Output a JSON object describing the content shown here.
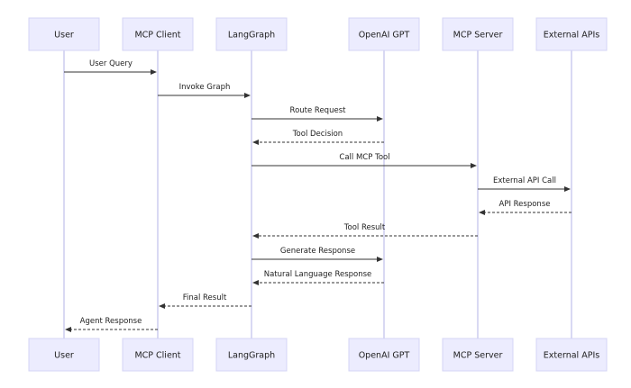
{
  "participants": [
    {
      "id": "user",
      "label": "User"
    },
    {
      "id": "mcp_client",
      "label": "MCP Client"
    },
    {
      "id": "langgraph",
      "label": "LangGraph"
    },
    {
      "id": "openai_gpt",
      "label": "OpenAI GPT"
    },
    {
      "id": "mcp_server",
      "label": "MCP Server"
    },
    {
      "id": "external_apis",
      "label": "External APIs"
    }
  ],
  "messages": [
    {
      "from": "user",
      "to": "mcp_client",
      "label": "User Query",
      "style": "solid"
    },
    {
      "from": "mcp_client",
      "to": "langgraph",
      "label": "Invoke Graph",
      "style": "solid"
    },
    {
      "from": "langgraph",
      "to": "openai_gpt",
      "label": "Route Request",
      "style": "solid"
    },
    {
      "from": "openai_gpt",
      "to": "langgraph",
      "label": "Tool Decision",
      "style": "dashed"
    },
    {
      "from": "langgraph",
      "to": "mcp_server",
      "label": "Call MCP Tool",
      "style": "solid"
    },
    {
      "from": "mcp_server",
      "to": "external_apis",
      "label": "External API Call",
      "style": "solid"
    },
    {
      "from": "external_apis",
      "to": "mcp_server",
      "label": "API Response",
      "style": "dashed"
    },
    {
      "from": "mcp_server",
      "to": "langgraph",
      "label": "Tool Result",
      "style": "dashed"
    },
    {
      "from": "langgraph",
      "to": "openai_gpt",
      "label": "Generate Response",
      "style": "solid"
    },
    {
      "from": "openai_gpt",
      "to": "langgraph",
      "label": "Natural Language Response",
      "style": "dashed"
    },
    {
      "from": "langgraph",
      "to": "mcp_client",
      "label": "Final Result",
      "style": "dashed"
    },
    {
      "from": "mcp_client",
      "to": "user",
      "label": "Agent Response",
      "style": "dashed"
    }
  ],
  "colors": {
    "actor_fill": "#ececfe",
    "actor_border": "#d4d4f5",
    "lifeline": "#c9c9ee",
    "arrow": "#333333",
    "text": "#222222"
  }
}
